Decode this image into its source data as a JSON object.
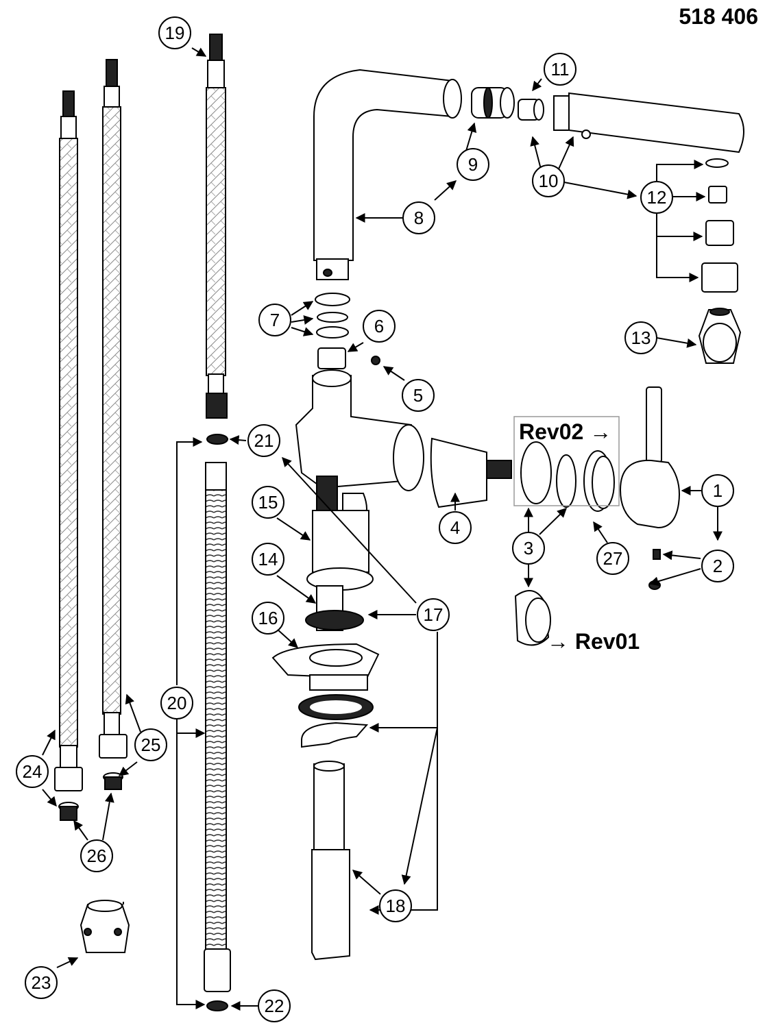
{
  "header": {
    "part_number": "518 406"
  },
  "revisions": {
    "rev02": "Rev02 →",
    "rev01": "→ Rev01"
  },
  "callouts": [
    "1",
    "2",
    "3",
    "4",
    "5",
    "6",
    "7",
    "8",
    "9",
    "10",
    "11",
    "12",
    "13",
    "14",
    "15",
    "16",
    "17",
    "18",
    "19",
    "20",
    "21",
    "22",
    "23",
    "24",
    "25",
    "26",
    "27"
  ]
}
